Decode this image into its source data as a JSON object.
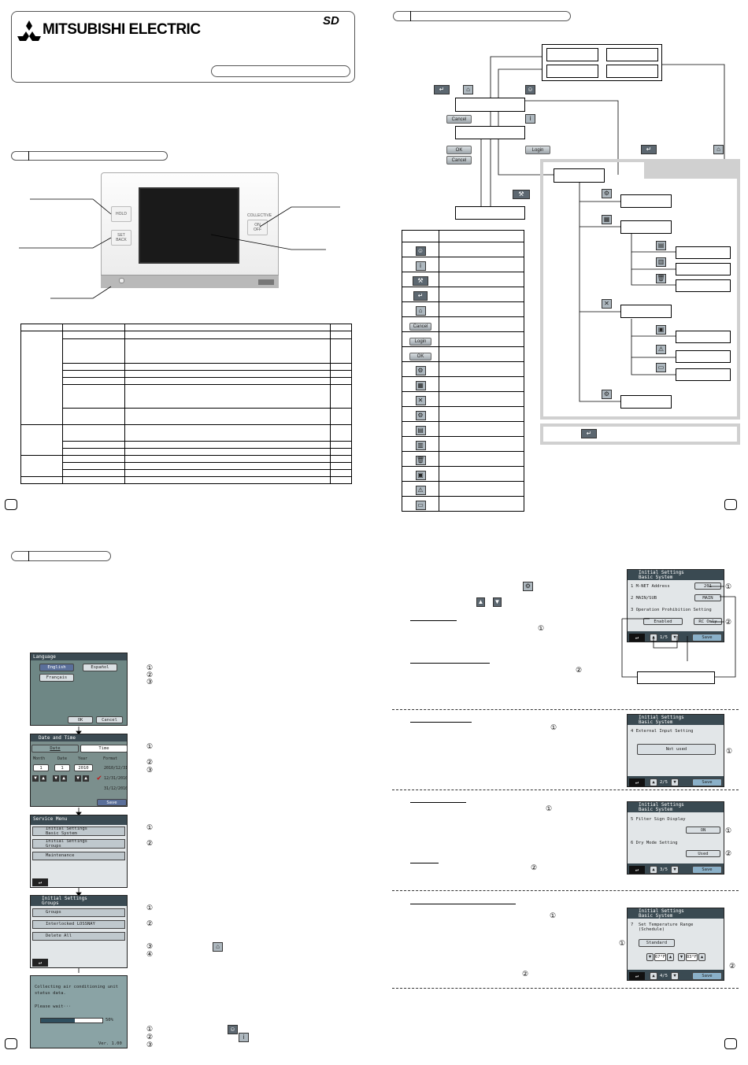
{
  "brand": {
    "name": "MITSUBISHI ELECTRIC",
    "sd_logo": "SD"
  },
  "device": {
    "hold_label": "HOLD",
    "setback_label": "SET BACK",
    "collective_label": "COLLECTIVE",
    "on_off_label": "ON OFF",
    "collective_on_off_label": "ON\nOFF"
  },
  "flow": {
    "legend_buttons": {
      "cancel": "Cancel",
      "login": "Login",
      "ok": "OK"
    },
    "buttons": {
      "cancel": "Cancel",
      "ok": "OK",
      "login": "Login"
    }
  },
  "screens": {
    "language": {
      "title": "Language",
      "english": "English",
      "espanol": "Español",
      "francais": "Français",
      "ok": "OK",
      "cancel": "Cancel",
      "markers": [
        "①",
        "②",
        "③"
      ]
    },
    "datetime": {
      "title": "Date and Time",
      "tab_date": "Date",
      "tab_time": "Time",
      "col_month": "Month",
      "col_date": "Date",
      "col_year": "Year",
      "col_format": "Format",
      "month": "1",
      "date": "1",
      "year": "2010",
      "fmt1": "2010/12/31",
      "fmt2": "12/31/2010",
      "fmt3": "31/12/2010",
      "save": "Save",
      "markers": [
        "①",
        "②",
        "③"
      ]
    },
    "service_menu": {
      "title": "Service Menu",
      "item1": "Initial Settings\nBasic System",
      "item2": "Initial Settings\nGroups",
      "item3": "Maintenance",
      "markers": [
        "①",
        "②"
      ]
    },
    "groups_menu": {
      "title": "Initial Settings\nGroups",
      "item1": "Groups",
      "item2": "Interlocked LOSSNAY",
      "item3": "Delete All",
      "markers": [
        "①",
        "②",
        "③",
        "④"
      ]
    },
    "collecting": {
      "line1": "Collecting air conditioning unit",
      "line2": "status data.",
      "line3": "Please wait···",
      "percent": "50%",
      "progress": 0.55,
      "version": "Ver. 1.00",
      "markers": [
        "①",
        "②",
        "③"
      ]
    },
    "basic1": {
      "title": "Initial Settings\nBasic System",
      "row1_label": "1  M-NET Address",
      "row1_value": "201",
      "row2_label": "2  MAIN/SUB",
      "row2_value": "MAIN",
      "row3_label": "3  Operation Prohibition Setting",
      "row3_opt1": "Enabled",
      "row3_opt2": "RC Only",
      "page": "1/5",
      "save": "Save",
      "markers": [
        "①",
        "②"
      ]
    },
    "basic2": {
      "title": "Initial Settings\nBasic System",
      "row_label": "4  External Input Setting",
      "value": "Not used",
      "page": "2/5",
      "save": "Save",
      "marker": "①"
    },
    "basic3": {
      "title": "Initial Settings\nBasic System",
      "row1_label": "5  Filter Sign Display",
      "row1_value": "ON",
      "row2_label": "6  Dry Mode Setting",
      "row2_value": "Used",
      "page": "3/5",
      "save": "Save",
      "markers": [
        "①",
        "②"
      ]
    },
    "basic4": {
      "title": "Initial Settings\nBasic System",
      "row_label": "7  Set Temperature Range\n   (Schedule)",
      "value": "Standard",
      "low": "67°F",
      "high": "83°F",
      "page": "4/5",
      "save": "Save",
      "markers": [
        "①",
        "②"
      ]
    }
  },
  "text_markers": {
    "m1": "①",
    "m2": "②"
  }
}
